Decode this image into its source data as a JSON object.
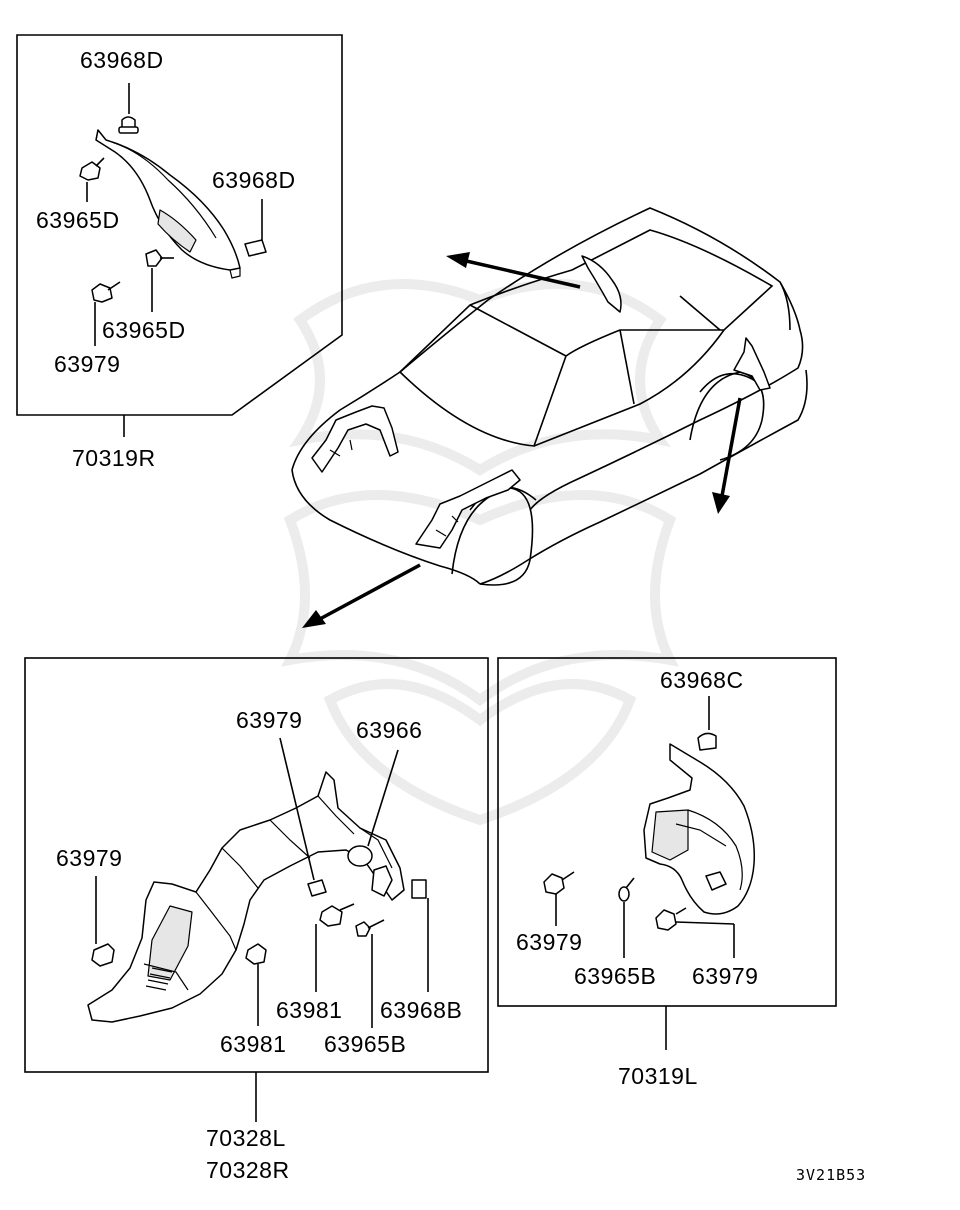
{
  "diagram": {
    "code": "3V21B53",
    "boxes": {
      "top_left": {
        "assembly": "70319R",
        "labels": [
          "63968D",
          "63968D",
          "63965D",
          "63965D",
          "63979"
        ]
      },
      "bottom_left": {
        "assemblies": [
          "70328L",
          "70328R"
        ],
        "labels": [
          "63979",
          "63966",
          "63979",
          "63981",
          "63968B",
          "63981",
          "63965B"
        ]
      },
      "bottom_right": {
        "assembly": "70319L",
        "labels": [
          "63968C",
          "63979",
          "63965B",
          "63979"
        ]
      }
    }
  }
}
